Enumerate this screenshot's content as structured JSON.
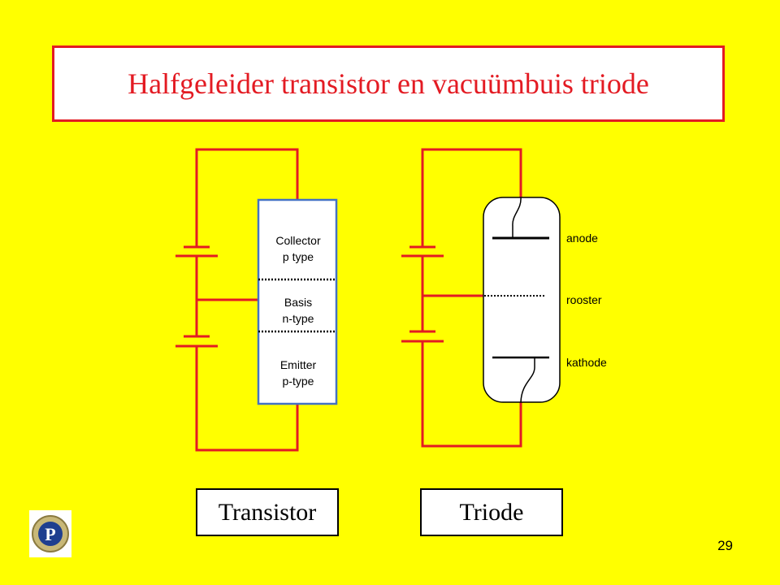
{
  "title": "Halfgeleider transistor en vacuümbuis triode",
  "transistor": {
    "collector": [
      "Collector",
      "p type"
    ],
    "base": [
      "Basis",
      "n-type"
    ],
    "emitter": [
      "Emitter",
      "p-type"
    ]
  },
  "triode": {
    "anode": "anode",
    "grid": "rooster",
    "cathode": "kathode"
  },
  "labels": {
    "transistor": "Transistor",
    "triode": "Triode"
  },
  "page_number": "29",
  "colors": {
    "background": "#ffff00",
    "wire": "#e31b23",
    "title": "#e31b23",
    "transistor_border": "#4472c4"
  }
}
